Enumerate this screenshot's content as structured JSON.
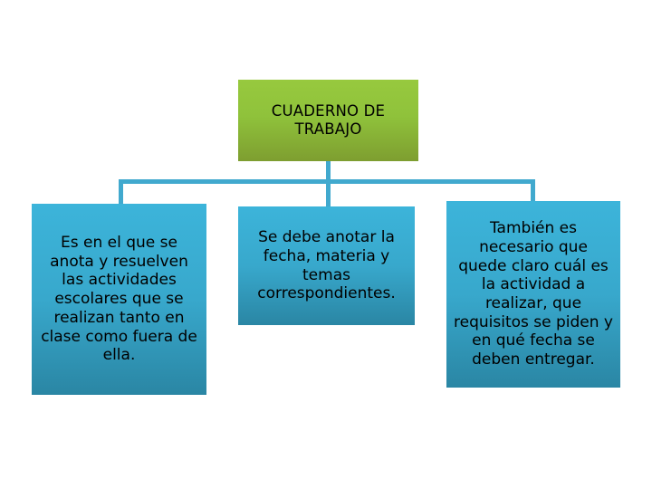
{
  "diagram": {
    "type": "hierarchy-org-chart",
    "title": "CUADERNO DE TRABAJO",
    "language": "es",
    "colors": {
      "root_fill_top": "#97C93E",
      "root_fill_bottom": "#7E9E30",
      "child_fill_top": "#3CB4DA",
      "child_fill_bottom": "#2A86A4",
      "connector": "#41A9CE",
      "text": "#000000",
      "background": "#FFFFFF"
    },
    "root": {
      "label": "CUADERNO DE\nTRABAJO"
    },
    "children": [
      {
        "id": "child-1",
        "label": "Es en el que se anota y resuelven las actividades escolares que se realizan tanto en clase como fuera de ella."
      },
      {
        "id": "child-2",
        "label": "Se debe anotar la fecha, materia y temas correspondientes."
      },
      {
        "id": "child-3",
        "label": "También es necesario que quede claro cuál es la actividad a realizar, que requisitos se piden y en qué fecha se deben entregar."
      }
    ],
    "connectors": [
      {
        "id": "stem-root",
        "from": "root",
        "to": "bus"
      },
      {
        "id": "drop-left",
        "from": "bus",
        "to": "child-1"
      },
      {
        "id": "drop-mid",
        "from": "bus",
        "to": "child-2"
      },
      {
        "id": "drop-right",
        "from": "bus",
        "to": "child-3"
      }
    ]
  }
}
